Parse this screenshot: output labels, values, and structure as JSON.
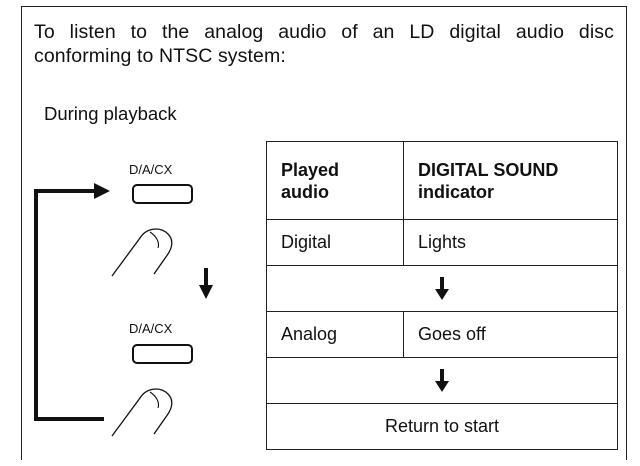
{
  "intro_text": "To listen to the analog audio of an LD digital audio disc conforming to NTSC system:",
  "during_label": "During playback",
  "buttons": [
    {
      "label": "D/A/CX"
    },
    {
      "label": "D/A/CX"
    }
  ],
  "table": {
    "headers": [
      "Played audio",
      "DIGITAL SOUND indicator"
    ],
    "rows": [
      {
        "audio": "Digital",
        "indicator": "Lights"
      },
      {
        "audio": "Analog",
        "indicator": "Goes off"
      }
    ],
    "final": "Return to start"
  },
  "icons": [
    "right-arrow-icon",
    "down-arrow-icon",
    "finger-press-icon"
  ]
}
